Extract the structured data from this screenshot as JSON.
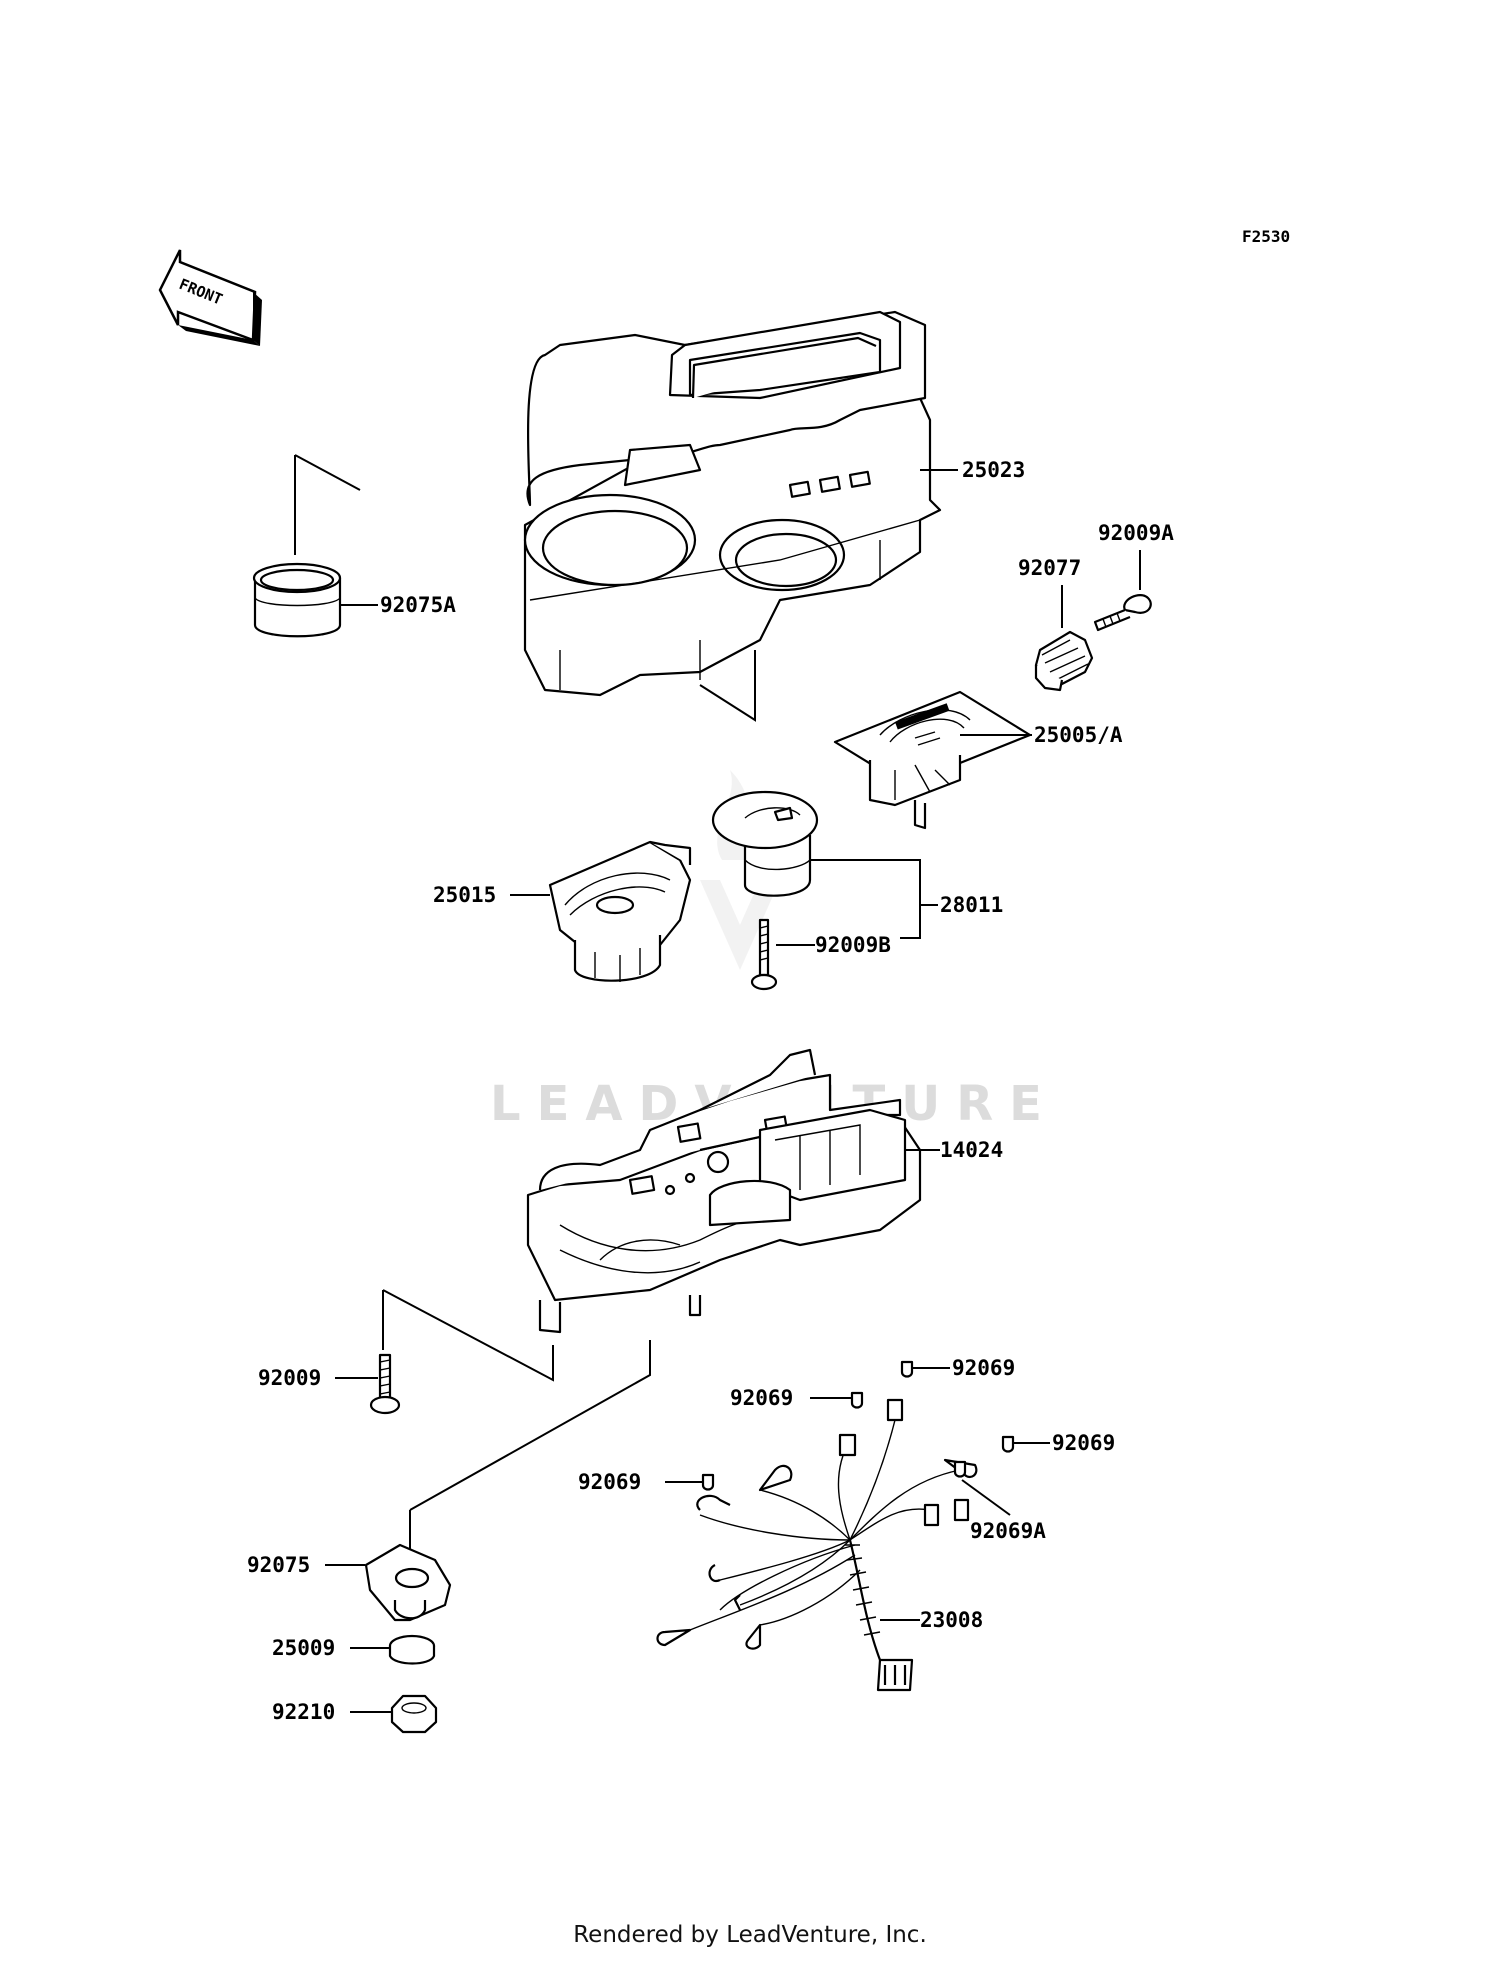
{
  "figure_code": "F2530",
  "front_label": "FRONT",
  "watermark": "LEADVENTURE",
  "footer": "Rendered by LeadVenture, Inc.",
  "parts": [
    {
      "id": "25023",
      "label": "25023"
    },
    {
      "id": "92075A",
      "label": "92075A"
    },
    {
      "id": "92009A",
      "label": "92009A"
    },
    {
      "id": "92077",
      "label": "92077"
    },
    {
      "id": "25005A",
      "label": "25005/A"
    },
    {
      "id": "28011",
      "label": "28011"
    },
    {
      "id": "25015",
      "label": "25015"
    },
    {
      "id": "92009B",
      "label": "92009B"
    },
    {
      "id": "14024",
      "label": "14024"
    },
    {
      "id": "92009",
      "label": "92009"
    },
    {
      "id": "92069-a",
      "label": "92069"
    },
    {
      "id": "92069-b",
      "label": "92069"
    },
    {
      "id": "92069-c",
      "label": "92069"
    },
    {
      "id": "92069-d",
      "label": "92069"
    },
    {
      "id": "92069A",
      "label": "92069A"
    },
    {
      "id": "23008",
      "label": "23008"
    },
    {
      "id": "92075",
      "label": "92075"
    },
    {
      "id": "25009",
      "label": "25009"
    },
    {
      "id": "92210",
      "label": "92210"
    }
  ]
}
